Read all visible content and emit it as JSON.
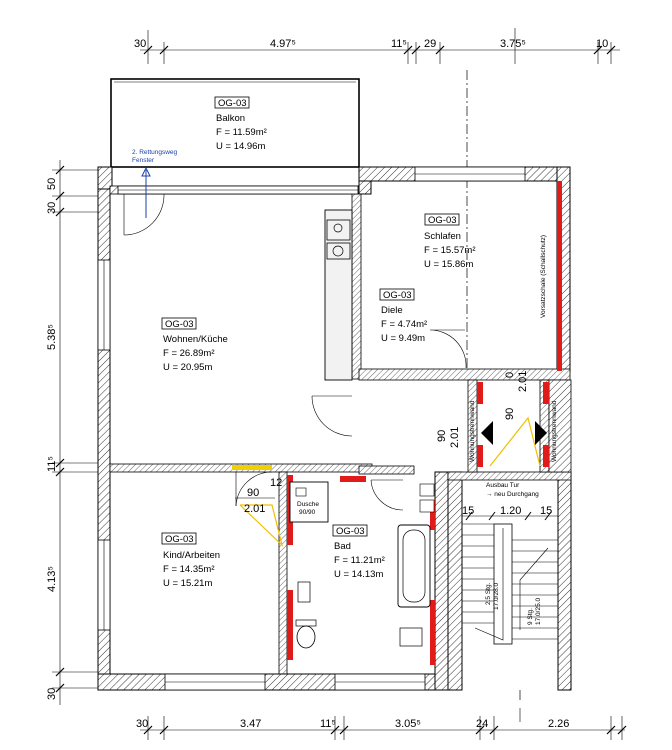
{
  "dimensions_top": [
    "30",
    "4.97⁵",
    "11⁵",
    "29",
    "3.75⁵",
    "10"
  ],
  "dimensions_bottom": [
    "30",
    "3.47",
    "11⁵",
    "3.05⁵",
    "24",
    "2.26"
  ],
  "dimensions_left": [
    "50",
    "30",
    "5.38⁵",
    "11⁵",
    "4.13⁵",
    "30"
  ],
  "rooms": {
    "balkon": {
      "code": "OG-03",
      "name": "Balkon",
      "area": "F = 11.59m²",
      "perimeter": "U = 14.96m"
    },
    "schlafen": {
      "code": "OG-03",
      "name": "Schlafen",
      "area": "F = 15.57m²",
      "perimeter": "U = 15.86m"
    },
    "diele": {
      "code": "OG-03",
      "name": "Diele",
      "area": "F = 4.74m²",
      "perimeter": "U = 9.49m"
    },
    "wohnen": {
      "code": "OG-03",
      "name": "Wohnen/Küche",
      "area": "F = 26.89m²",
      "perimeter": "U = 20.95m"
    },
    "kind": {
      "code": "OG-03",
      "name": "Kind/Arbeiten",
      "area": "F = 14.35m²",
      "perimeter": "U = 15.21m"
    },
    "bad": {
      "code": "OG-03",
      "name": "Bad",
      "area": "F = 11.21m²",
      "perimeter": "U = 14.13m"
    }
  },
  "annotations": {
    "rettungsweg_line1": "2. Rettungsweg",
    "rettungsweg_line2": "Fenster",
    "dusche_line1": "Dusche",
    "dusche_line2": "90/90",
    "vorsatzschale": "Vorsatzschale (Schallschutz)",
    "wohnungstrennwand_left": "Wohnungstrennwand",
    "wohnungstrennwand_right": "Wohnungstrennwand",
    "ausbau_line1": "Ausbau Tur",
    "ausbau_line2": "→ neu Durchgang",
    "door_kind_width": "90",
    "door_kind_height": "2.01",
    "door_diele_width": "90",
    "door_diele_height": "2.01",
    "door_right_width": "90",
    "door_right_height": "2.01",
    "door_small": "12",
    "door_small2": "0",
    "stair_dims": [
      "15",
      "1.20",
      "15"
    ],
    "stair_left": [
      "2.5 Stg.",
      "17.0/28.0"
    ],
    "stair_right": [
      "9 Stg.",
      "17.0/25.0"
    ]
  }
}
